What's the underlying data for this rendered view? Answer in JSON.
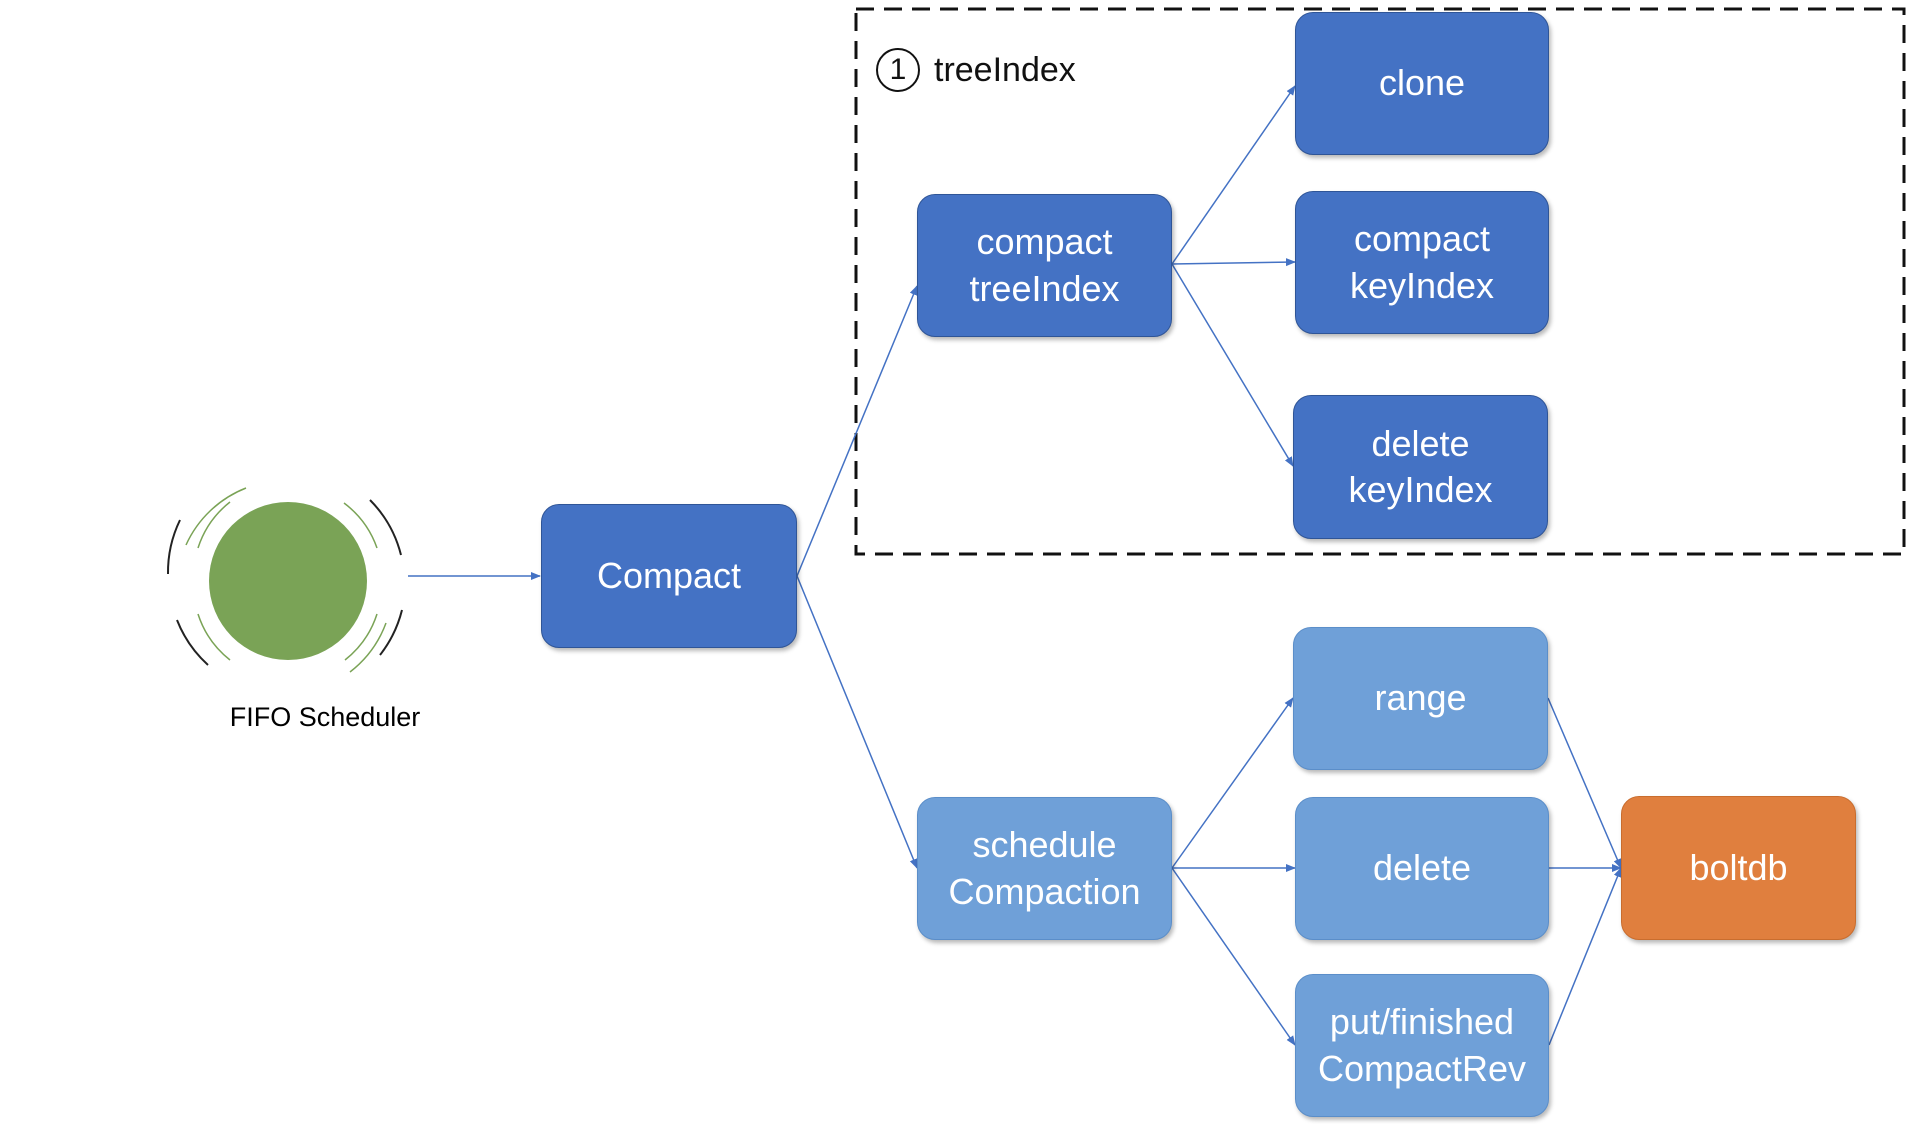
{
  "colors": {
    "dark_box": "#4472c4",
    "light_box": "#6fa0d8",
    "storage_box": "#e07f3e",
    "scheduler_circle": "#7aa356",
    "connector": "#4472c4"
  },
  "scheduler": {
    "label": "FIFO Scheduler"
  },
  "group": {
    "number": "1",
    "title": "treeIndex"
  },
  "nodes": {
    "compact": "Compact",
    "compact_treeindex": "compact\ntreeIndex",
    "clone": "clone",
    "compact_keyindex": "compact\nkeyIndex",
    "delete_keyindex": "delete\nkeyIndex",
    "schedule_compaction": "schedule\nCompaction",
    "range": "range",
    "delete": "delete",
    "put_finished": "put/finished\nCompactRev",
    "boltdb": "boltdb"
  }
}
